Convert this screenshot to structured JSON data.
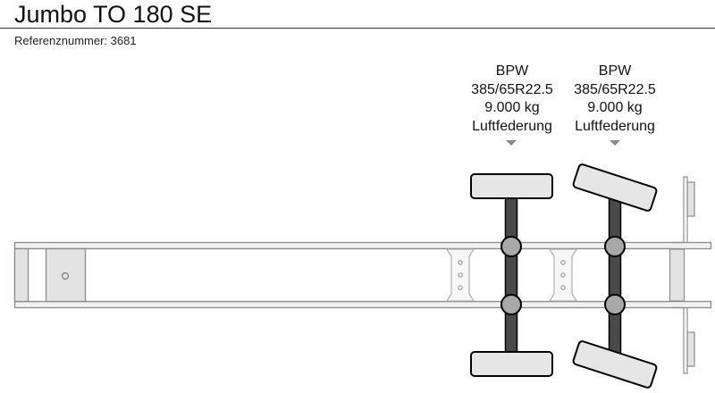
{
  "header": {
    "title": "Jumbo TO 180 SE",
    "reference_label": "Referenznummer: 3681"
  },
  "axles": [
    {
      "brand": "BPW",
      "tire": "385/65R22.5",
      "load": "9.000 kg",
      "suspension": "Luftfederung",
      "steering": false
    },
    {
      "brand": "BPW",
      "tire": "385/65R22.5",
      "load": "9.000 kg",
      "suspension": "Luftfederung",
      "steering": true
    }
  ],
  "colors": {
    "frame_stroke": "#8c8c8c",
    "frame_fill": "#f0f0f0",
    "plate_fill": "#e3e3e3",
    "tire_fill": "#e6e6e6",
    "tire_stroke": "#000000",
    "axle_beam": "#4a4a4a",
    "hub_fill": "#a8a8a8",
    "arrow": "#8a8a8a"
  }
}
